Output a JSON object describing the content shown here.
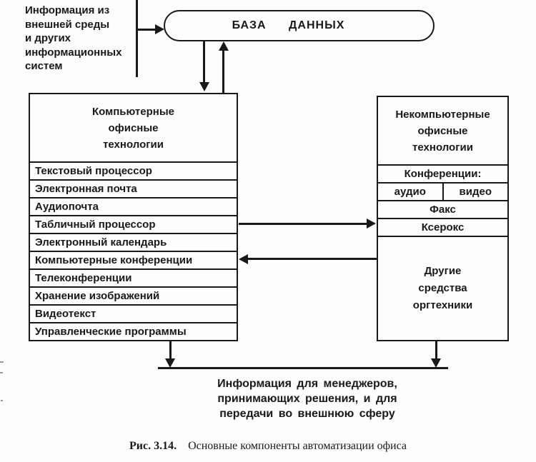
{
  "note_top_left": "Информация из\nвнешней среды\nи других\nинформационных\nсистем",
  "database": {
    "label": "БАЗА ДАННЫХ"
  },
  "left_box": {
    "title": "Компьютерные\nофисные\nтехнологии",
    "items": [
      "Текстовый процессор",
      "Электронная почта",
      "Аудиопочта",
      "Табличный процессор",
      "Электронный календарь",
      "Компьютерные конференции",
      "Телеконференции",
      "Хранение изображений",
      "Видеотекст",
      "Управленческие программы"
    ]
  },
  "right_box": {
    "title": "Некомпьютерные\nофисные\nтехнологии",
    "conferences_label": "Конференции:",
    "audio": "аудио",
    "video": "видео",
    "fax": "Факс",
    "copier": "Ксерокс",
    "other": "Другие\nсредства\nоргтехники"
  },
  "bottom_note": "Информация для менеджеров,\nпринимающих решения, и для\nпередачи во внешнюю сферу",
  "caption": {
    "number": "Рис. 3.14.",
    "text": "Основные компоненты автоматизации офиса"
  },
  "colors": {
    "ink": "#191919",
    "background": "#fdfdfd"
  }
}
